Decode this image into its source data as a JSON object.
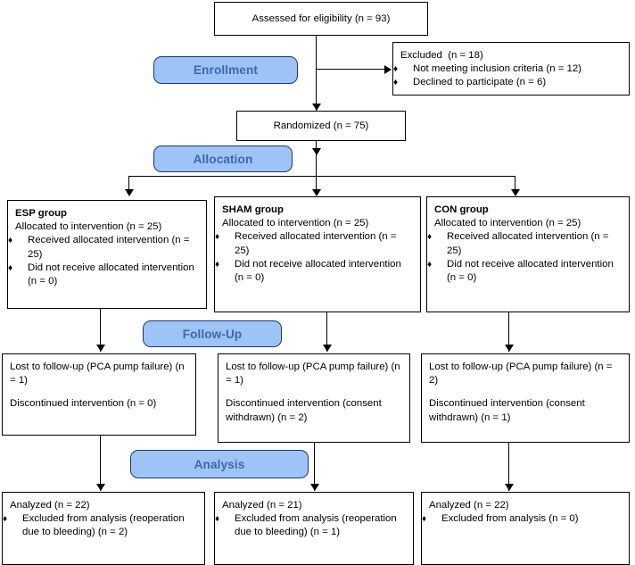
{
  "diagram": {
    "type": "consort-flow-diagram",
    "stages": [
      {
        "id": "enrollment",
        "label": "Enrollment"
      },
      {
        "id": "allocation",
        "label": "Allocation"
      },
      {
        "id": "followup",
        "label": "Follow-Up"
      },
      {
        "id": "analysis",
        "label": "Analysis"
      }
    ],
    "colors": {
      "stage_fill": "#9dc3f7",
      "stage_text": "#3b6aa8",
      "stage_border": "#1f3864",
      "box_border": "#000000",
      "box_fill": "#ffffff",
      "text": "#000000"
    },
    "bullet_glyph": "♦",
    "assessed": {
      "text": "Assessed for eligibility (n = 93)"
    },
    "excluded": {
      "heading": "Excluded  (n = 18)",
      "items": [
        "Not meeting inclusion criteria (n = 12)",
        "Declined to participate (n = 6)"
      ]
    },
    "randomized": {
      "text": "Randomized (n = 75)"
    },
    "allocation_groups": [
      {
        "title": "ESP group",
        "allocated": "Allocated to intervention (n = 25)",
        "items": [
          "Received allocated intervention (n = 25)",
          "Did not receive allocated intervention (n = 0)"
        ]
      },
      {
        "title": "SHAM group",
        "allocated": "Allocated to intervention (n = 25)",
        "items": [
          "Received allocated intervention (n = 25)",
          "Did not receive allocated intervention (n = 0)"
        ]
      },
      {
        "title": "CON group",
        "allocated": "Allocated to intervention (n = 25)",
        "items": [
          "Received allocated intervention (n = 25)",
          "Did not receive allocated intervention (n = 0)"
        ]
      }
    ],
    "followup_groups": [
      {
        "lost": "Lost to follow-up (PCA pump failure) (n = 1)",
        "discontinued": "Discontinued intervention (n = 0)"
      },
      {
        "lost": "Lost to follow-up (PCA pump failure) (n = 1)",
        "discontinued": "Discontinued intervention (consent withdrawn) (n = 2)"
      },
      {
        "lost": "Lost to follow-up (PCA pump failure) (n = 2)",
        "discontinued": "Discontinued intervention (consent withdrawn) (n = 1)"
      }
    ],
    "analysis_groups": [
      {
        "analyzed": "Analyzed (n = 22)",
        "excluded": "Excluded from analysis (reoperation due to bleeding) (n = 2)"
      },
      {
        "analyzed": "Analyzed (n = 21)",
        "excluded": "Excluded from analysis (reoperation due to bleeding) (n = 1)"
      },
      {
        "analyzed": "Analyzed (n = 22)",
        "excluded": "Excluded from analysis (n = 0)"
      }
    ]
  }
}
